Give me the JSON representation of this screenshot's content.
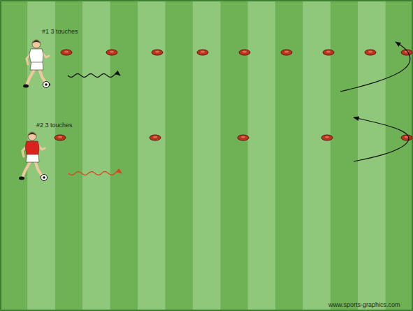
{
  "diagram": {
    "labels": [
      "#1 3 touches",
      "#2 3 touches",
      "www.sports-graphics.com"
    ]
  }
}
